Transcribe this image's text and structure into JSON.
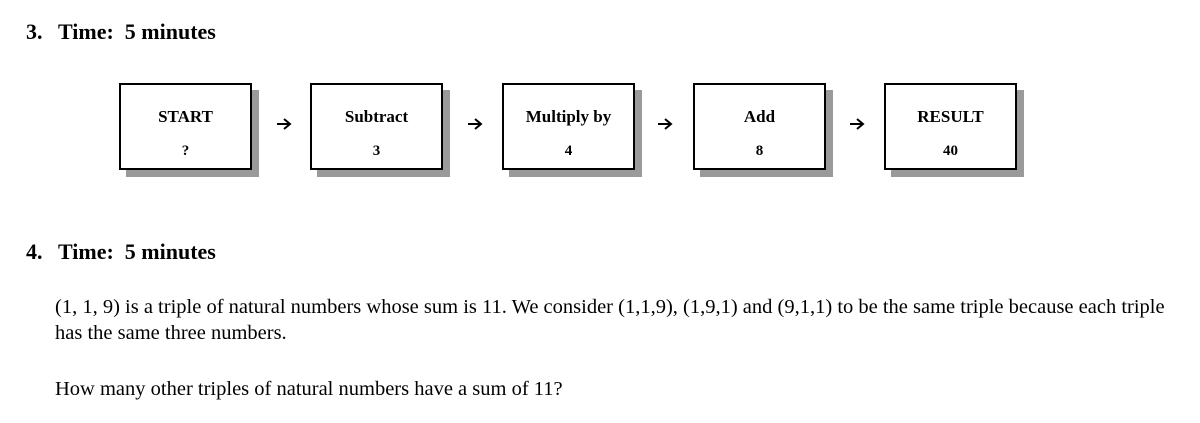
{
  "question3": {
    "number": "3.",
    "title": "Time:  5 minutes",
    "flowchart": [
      {
        "label": "START",
        "value": "?"
      },
      {
        "label": "Subtract",
        "value": "3"
      },
      {
        "label": "Multiply by",
        "value": "4"
      },
      {
        "label": "Add",
        "value": "8"
      },
      {
        "label": "RESULT",
        "value": "40"
      }
    ]
  },
  "question4": {
    "number": "4.",
    "title": "Time:  5 minutes",
    "text": "(1, 1, 9) is a triple of natural numbers whose sum is 11. We consider (1,1,9), (1,9,1) and (9,1,1) to be the same triple because each triple has the same three numbers.",
    "question": "How many other triples of natural numbers have a sum of 11?"
  }
}
